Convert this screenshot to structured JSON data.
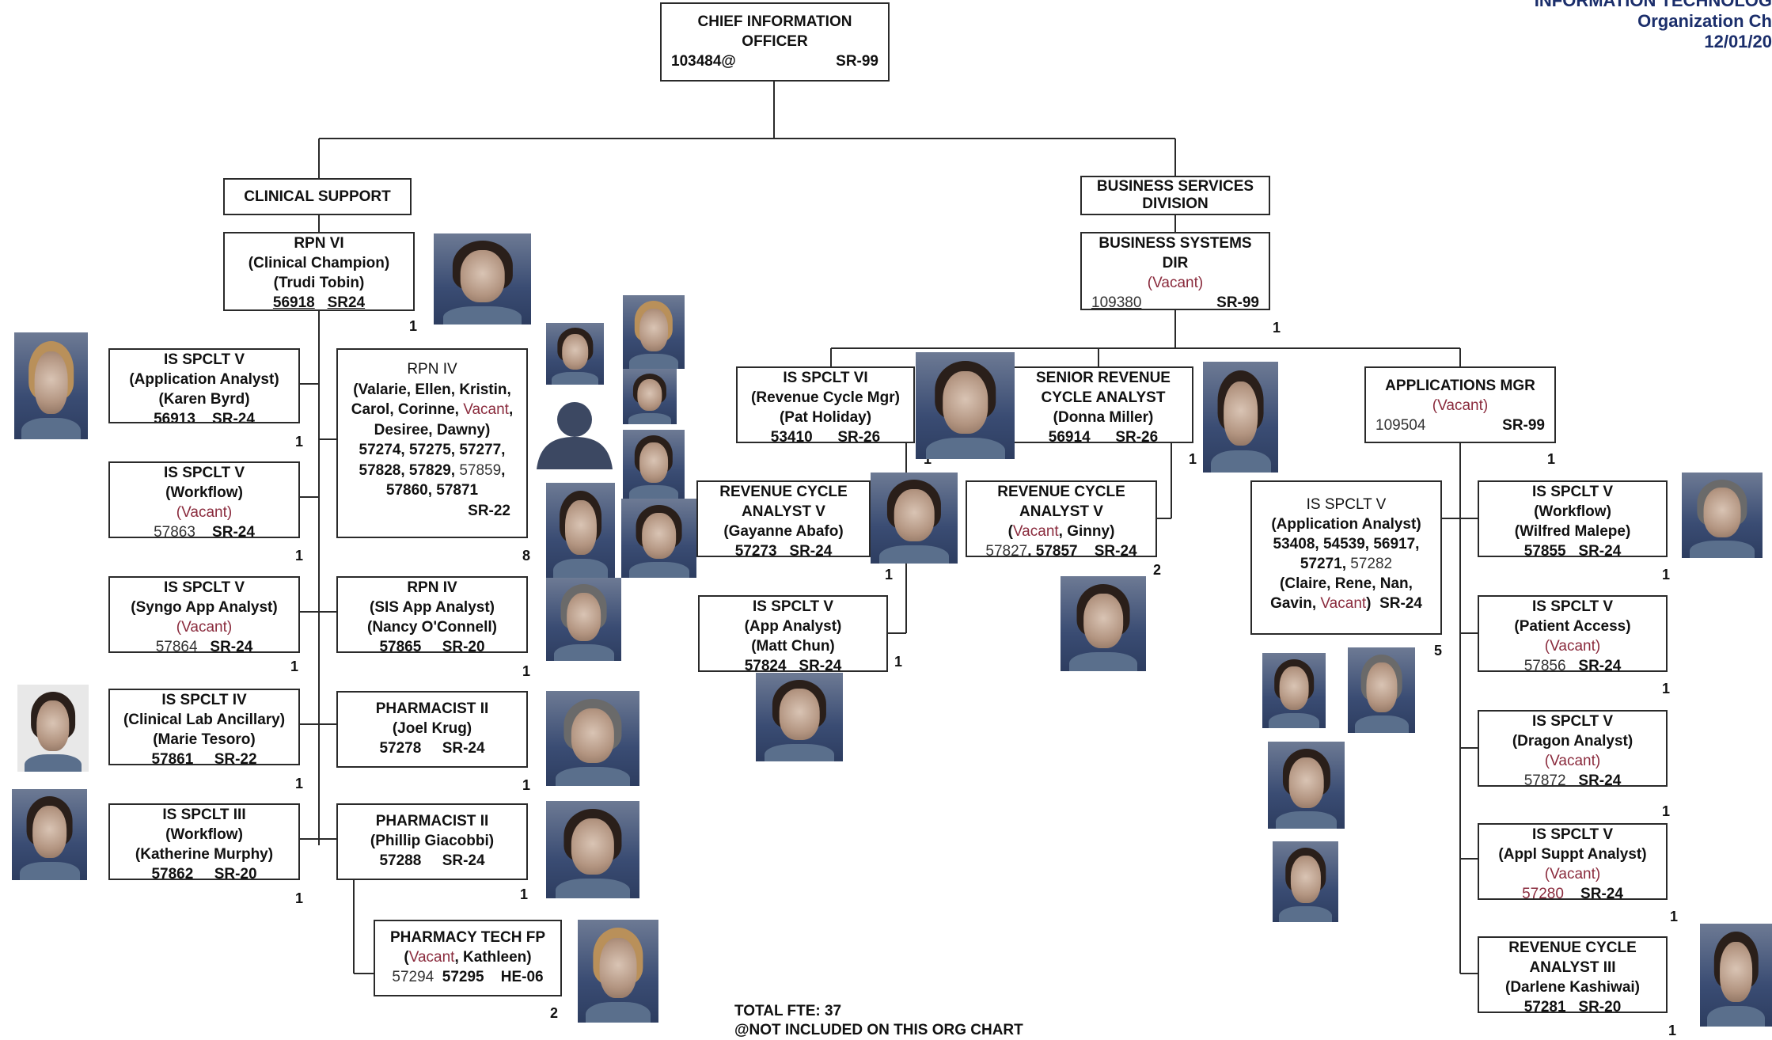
{
  "header": {
    "line1": "INFORMATION TECHNOLOG",
    "line2": "Organization Ch",
    "line3": "12/01/20"
  },
  "cio": {
    "title1": "CHIEF INFORMATION",
    "title2": "OFFICER",
    "code": "103484@",
    "grade": "SR-99"
  },
  "clinical_support": {
    "label": "CLINICAL SUPPORT"
  },
  "business_services": {
    "label1": "BUSINESS SERVICES",
    "label2": "DIVISION"
  },
  "rpn6": {
    "title": "RPN VI",
    "role": "(Clinical Champion)",
    "name": "(Trudi Tobin)",
    "code": "56918",
    "grade": "SR24",
    "count": "1"
  },
  "karen": {
    "title": "IS SPCLT V",
    "role": "(Application Analyst)",
    "name": "(Karen Byrd)",
    "code": "56913",
    "grade": "SR-24",
    "count": "1"
  },
  "workflow_left": {
    "title": "IS SPCLT V",
    "role": "(Workflow)",
    "name": "(Vacant)",
    "code": "57863",
    "grade": "SR-24",
    "count": "1"
  },
  "syngo": {
    "title": "IS SPCLT V",
    "role": "(Syngo App Analyst)",
    "name": "(Vacant)",
    "code": "57864",
    "grade": "SR-24",
    "count": "1"
  },
  "lab": {
    "title": "IS SPCLT IV",
    "role": "(Clinical Lab Ancillary)",
    "name": "(Marie Tesoro)",
    "code": "57861",
    "grade": "SR-22",
    "count": "1"
  },
  "katherine": {
    "title": "IS SPCLT III",
    "role": "(Workflow)",
    "name": "(Katherine Murphy)",
    "code": "57862",
    "grade": "SR-20",
    "count": "1"
  },
  "rpn4": {
    "title": "RPN IV",
    "names_a": "(Valarie, Ellen, Kristin,",
    "names_b1": "Carol, Corinne, ",
    "names_b_vac": "Vacant",
    "names_b2": ",",
    "names_c": "Desiree, Dawny)",
    "codes_a": "57274, 57275, 57277,",
    "codes_b1": "57828, 57829, ",
    "codes_b_vac": "57859",
    "codes_b2": ",",
    "codes_c": "57860,  57871",
    "grade": "SR-22",
    "count": "8"
  },
  "sis": {
    "title": "RPN IV",
    "role": "(SIS App Analyst)",
    "name": "(Nancy O'Connell)",
    "code": "57865",
    "grade": "SR-20",
    "count": "1"
  },
  "pharm_joel": {
    "title": "PHARMACIST II",
    "name": "(Joel Krug)",
    "code": "57278",
    "grade": "SR-24",
    "count": "1"
  },
  "pharm_phillip": {
    "title": "PHARMACIST II",
    "name": "(Phillip Giacobbi)",
    "code": "57288",
    "grade": "SR-24",
    "count": "1"
  },
  "pharm_tech": {
    "title": "PHARMACY TECH FP",
    "name_vac": "Vacant",
    "name_rest": ", Kathleen)",
    "code1": "57294",
    "code2": "57295",
    "grade": "HE-06",
    "count": "2"
  },
  "bsd": {
    "title1": "BUSINESS SYSTEMS",
    "title2": "DIR",
    "name": "(Vacant)",
    "code": "109380",
    "grade": "SR-99",
    "count": "1"
  },
  "rev_mgr": {
    "title": "IS SPCLT VI",
    "role": "(Revenue Cycle Mgr)",
    "name": "(Pat Holiday)",
    "code": "53410",
    "grade": "SR-26",
    "count": "1"
  },
  "senior_rev": {
    "title1": "SENIOR REVENUE",
    "title2": "CYCLE ANALYST",
    "name": "(Donna Miller)",
    "code": "56914",
    "grade": "SR-26",
    "count": "1"
  },
  "rev_gayanne": {
    "title1": "REVENUE CYCLE",
    "title2": "ANALYST V",
    "name": "(Gayanne Abafo)",
    "code": "57273",
    "grade": "SR-24",
    "count": "1"
  },
  "rev_ginny": {
    "title1": "REVENUE CYCLE",
    "title2": "ANALYST V",
    "name_vac": "Vacant",
    "name_rest": ", Ginny)",
    "code1": "57827",
    "code2": "57857",
    "grade": "SR-24",
    "count": "2"
  },
  "app_matt": {
    "title": "IS SPCLT V",
    "role": "(App Analyst)",
    "name": "(Matt Chun)",
    "code": "57824",
    "grade": "SR-24",
    "count": "1"
  },
  "apps_mgr": {
    "title": "APPLICATIONS MGR",
    "name": "(Vacant)",
    "code": "109504",
    "grade": "SR-99",
    "count": "1"
  },
  "app_analyst_group": {
    "title": "IS SPCLT V",
    "role": "(Application Analyst)",
    "codes_a": "53408, 54539, 56917,",
    "codes_b1": "57271, ",
    "codes_b_vac": "57282",
    "names_a": "(Claire, Rene, Nan,",
    "names_b1": "Gavin, ",
    "names_b_vac": "Vacant",
    "names_b2": ")",
    "grade": "SR-24",
    "count": "5"
  },
  "wilfred": {
    "title": "IS SPCLT V",
    "role": "(Workflow)",
    "name": "(Wilfred Malepe)",
    "code": "57855",
    "grade": "SR-24",
    "count": "1"
  },
  "patient_access": {
    "title": "IS SPCLT V",
    "role": "(Patient Access)",
    "name": "(Vacant)",
    "code": "57856",
    "grade": "SR-24",
    "count": "1"
  },
  "dragon": {
    "title": "IS SPCLT V",
    "role": "(Dragon Analyst)",
    "name": "(Vacant)",
    "code": "57872",
    "grade": "SR-24",
    "count": "1"
  },
  "appl_suppt": {
    "title": "IS SPCLT V",
    "role": "(Appl Suppt Analyst)",
    "name": "(Vacant)",
    "code": "57280",
    "grade": "SR-24",
    "count": "1"
  },
  "darlene": {
    "title1": "REVENUE CYCLE",
    "title2": "ANALYST III",
    "name": "(Darlene Kashiwai)",
    "code": "57281",
    "grade": "SR-20",
    "count": "1"
  },
  "footer": {
    "total": "TOTAL FTE:  37",
    "note": "@NOT INCLUDED ON THIS ORG CHART"
  }
}
